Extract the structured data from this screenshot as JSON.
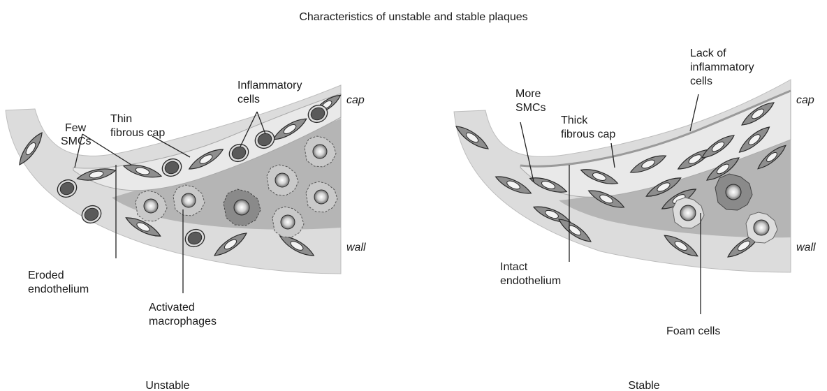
{
  "title": "Characteristics of unstable and stable plaques",
  "panels": {
    "unstable": {
      "caption": "Unstable",
      "labels": {
        "few_smcs": [
          "Few",
          "SMCs"
        ],
        "thin_cap": [
          "Thin",
          "fibrous cap"
        ],
        "inflammatory": [
          "Inflammatory",
          "cells"
        ],
        "cap": "cap",
        "wall": "wall",
        "eroded": [
          "Eroded",
          "endothelium"
        ],
        "activated": [
          "Activated",
          "macrophages"
        ]
      }
    },
    "stable": {
      "caption": "Stable",
      "labels": {
        "more_smcs": [
          "More",
          "SMCs"
        ],
        "thick_cap": [
          "Thick",
          "fibrous cap"
        ],
        "lack": [
          "Lack of",
          "inflammatory",
          "cells"
        ],
        "cap": "cap",
        "wall": "wall",
        "intact": [
          "Intact",
          "endothelium"
        ],
        "foam": "Foam cells"
      }
    }
  },
  "colors": {
    "wall_fill": "#dcdcdc",
    "core_fill": "#b5b5b5",
    "smc_fill": "#8e8e8e",
    "nucleus_fill": "#f3f3f3",
    "inflammatory_fill": "#5a5a5a",
    "macrophage_fill": "#c9c9c9",
    "activated_fill": "#8a8a8a",
    "outline": "#2a2a2a"
  }
}
